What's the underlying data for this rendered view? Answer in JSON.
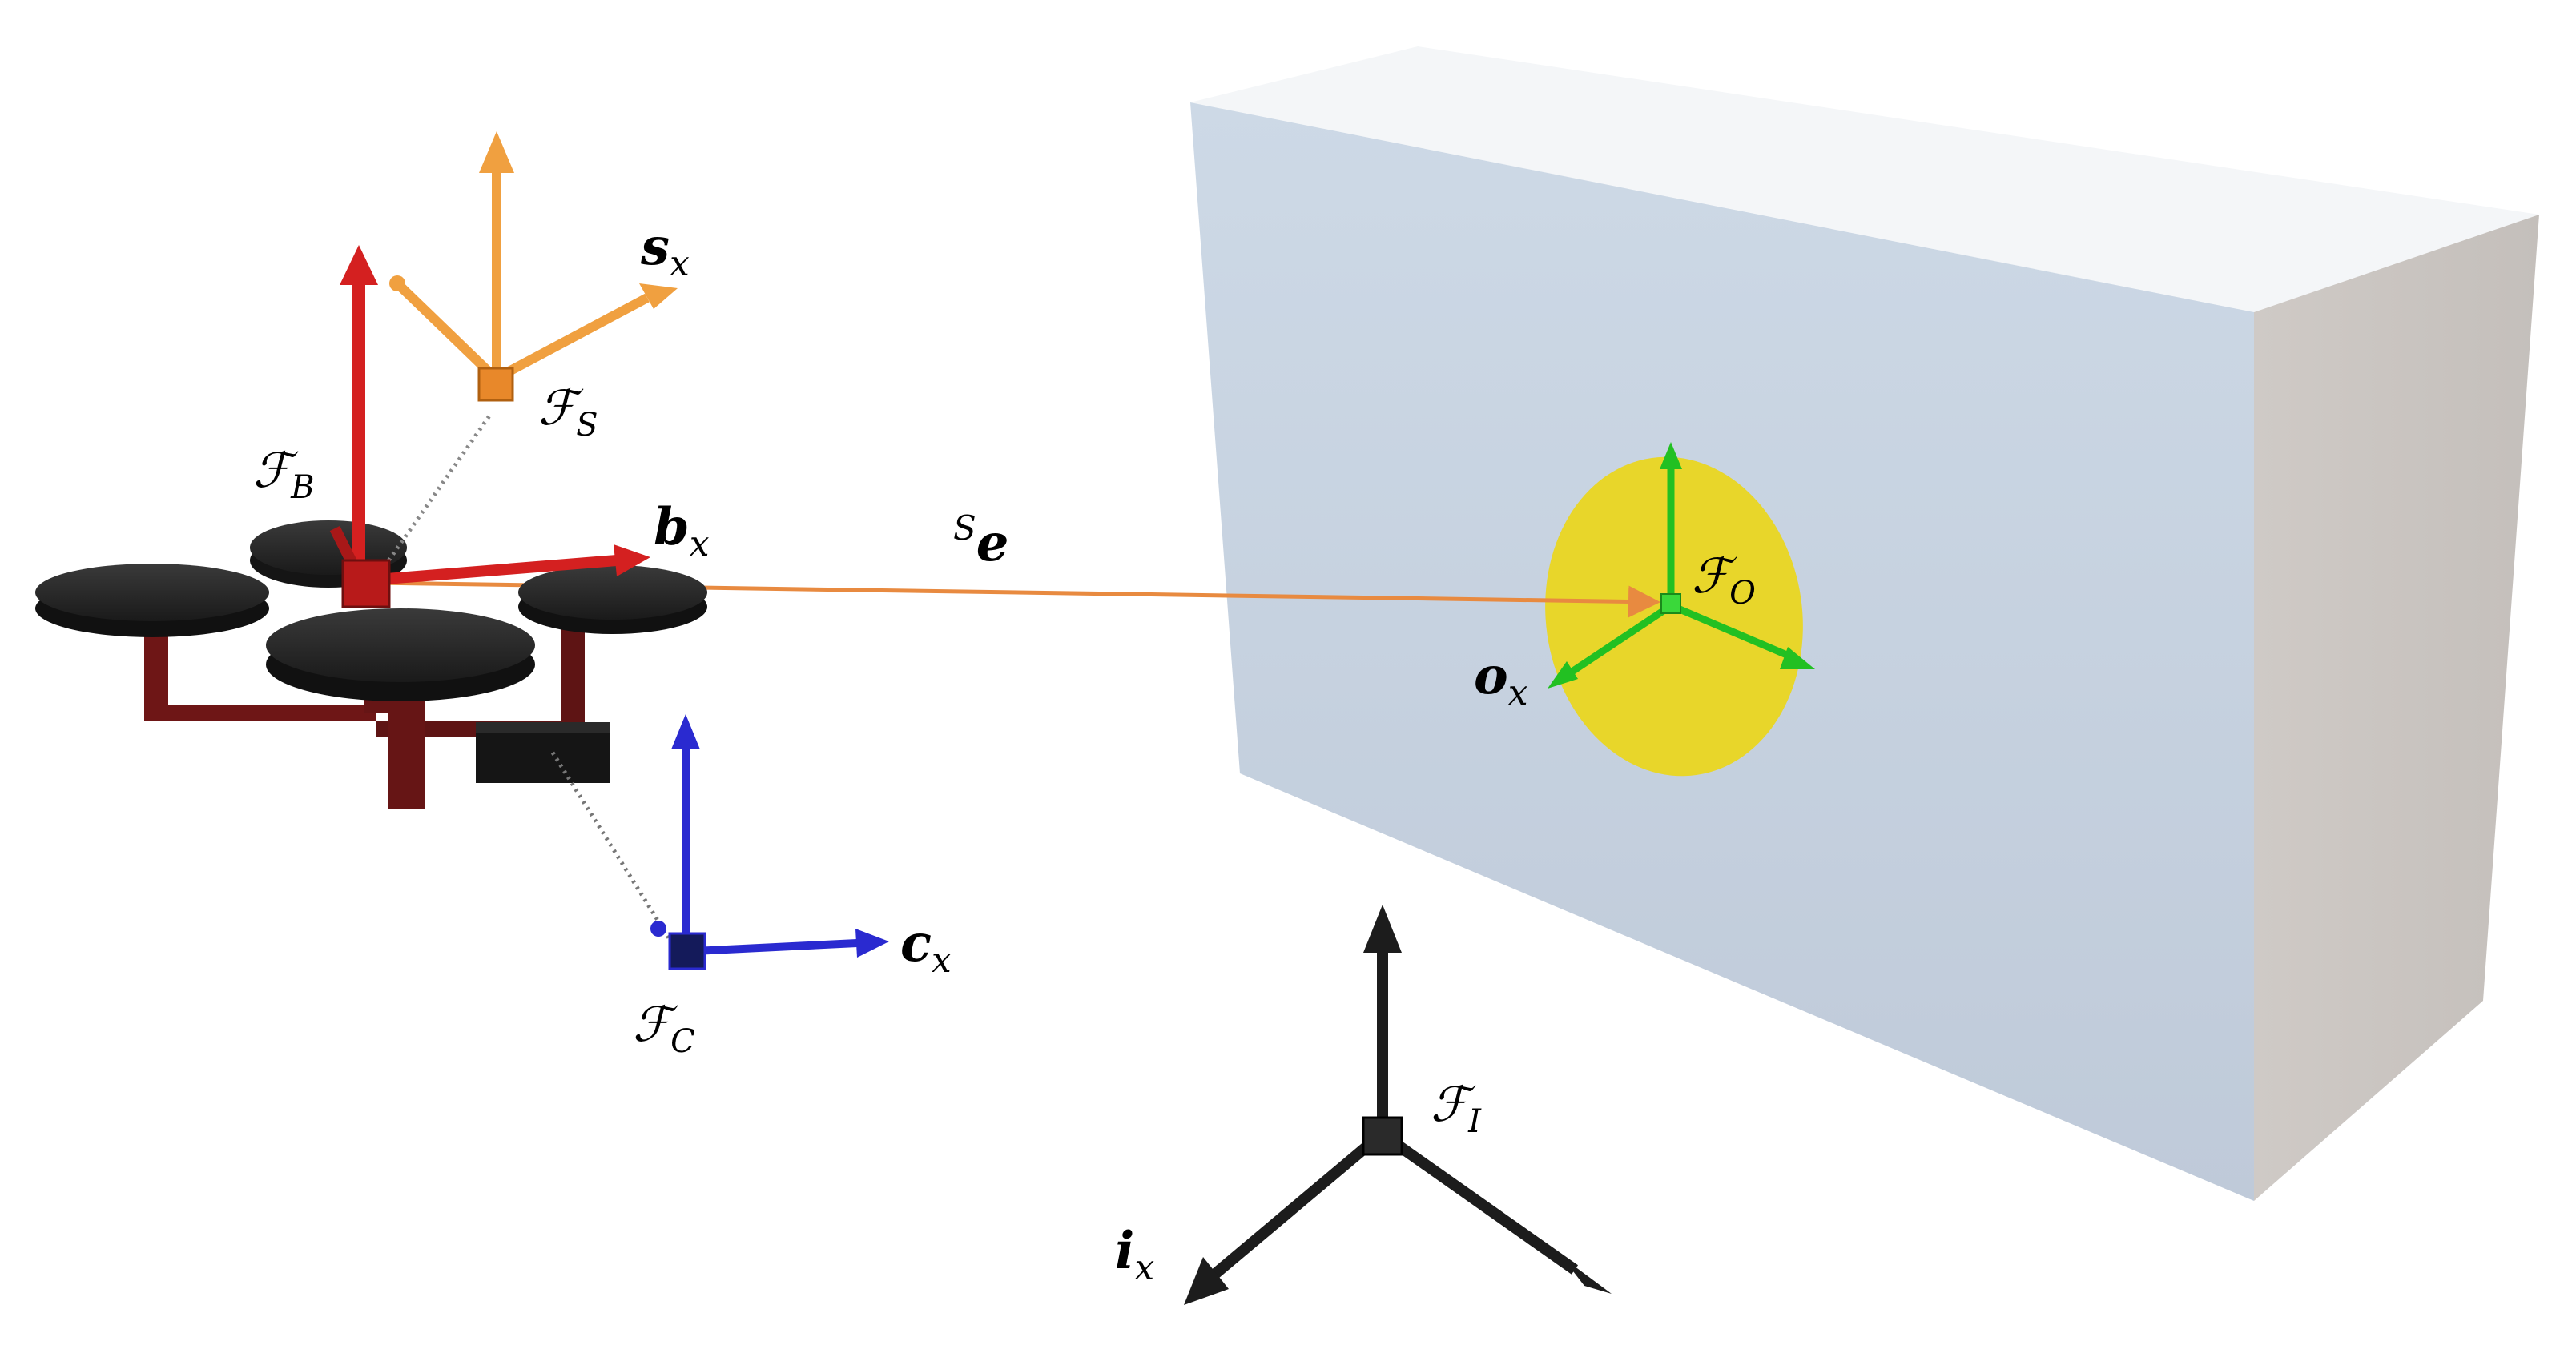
{
  "labels": {
    "s_axis_main": "s",
    "s_axis_sub": "x",
    "frame_s_main": "ℱ",
    "frame_s_sub": "S",
    "frame_b_main": "ℱ",
    "frame_b_sub": "B",
    "b_axis_main": "b",
    "b_axis_sub": "x",
    "e_vector_sup": "S",
    "e_vector_main": "e",
    "frame_o_main": "ℱ",
    "frame_o_sub": "O",
    "o_axis_main": "o",
    "o_axis_sub": "x",
    "c_axis_main": "c",
    "c_axis_sub": "x",
    "frame_c_main": "ℱ",
    "frame_c_sub": "C",
    "frame_i_main": "ℱ",
    "frame_i_sub": "I",
    "i_axis_main": "i",
    "i_axis_sub": "x"
  },
  "colors": {
    "sensor_frame": "#f0a040",
    "body_frame": "#d42020",
    "camera_frame": "#2a2ad0",
    "object_frame": "#22c022",
    "inertial_frame": "#1c1c1c",
    "target_disk": "#e8d62a",
    "wall_front": "#c8d4e2",
    "wall_side": "#cfcac6",
    "wall_top": "#f4f6f8",
    "drone_arm": "#6e1616",
    "rotor": "#222222",
    "vector_e": "#e88a40"
  }
}
